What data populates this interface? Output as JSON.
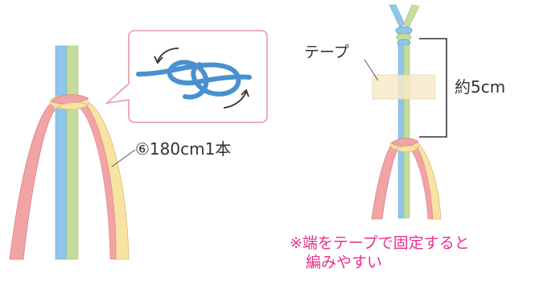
{
  "labels": {
    "cord_spec": "⑥180cm1本",
    "tape": "テープ",
    "length": "約5cm"
  },
  "note": {
    "line1": "※端をテープで固定すると",
    "line2": "編みやすい"
  },
  "colors": {
    "blue_cord": "#8ec7ea",
    "green_cord": "#c6dc9c",
    "pink_cord": "#f2a3a6",
    "yellow_cord": "#f8e3a2",
    "knot_line": "#4a90d0",
    "callout_border": "#e49aa6",
    "tape": "#f7e9c9",
    "accent_text": "#e8308c"
  },
  "icons": [
    "rotate-arrow-icon"
  ]
}
